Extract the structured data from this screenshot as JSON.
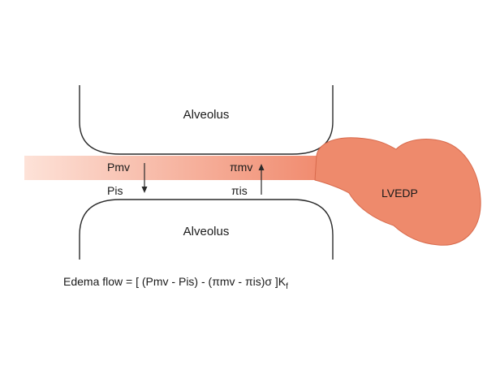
{
  "diagram": {
    "alveolus_top": "Alveolus",
    "alveolus_bottom": "Alveolus",
    "pmv": "Pmv",
    "pis": "Pis",
    "pi_mv": "πmv",
    "pi_is": "πis",
    "lvedp": "LVEDP",
    "equation": {
      "main": "Edema flow = [ (Pmv - Pis) - (πmv - πis)σ ]K",
      "subscript": "f"
    },
    "colors": {
      "vessel_start": "#fde2d8",
      "vessel_end": "#f0876a",
      "heart": "#ee8a6c",
      "heart_outline": "#d86a4c"
    }
  }
}
